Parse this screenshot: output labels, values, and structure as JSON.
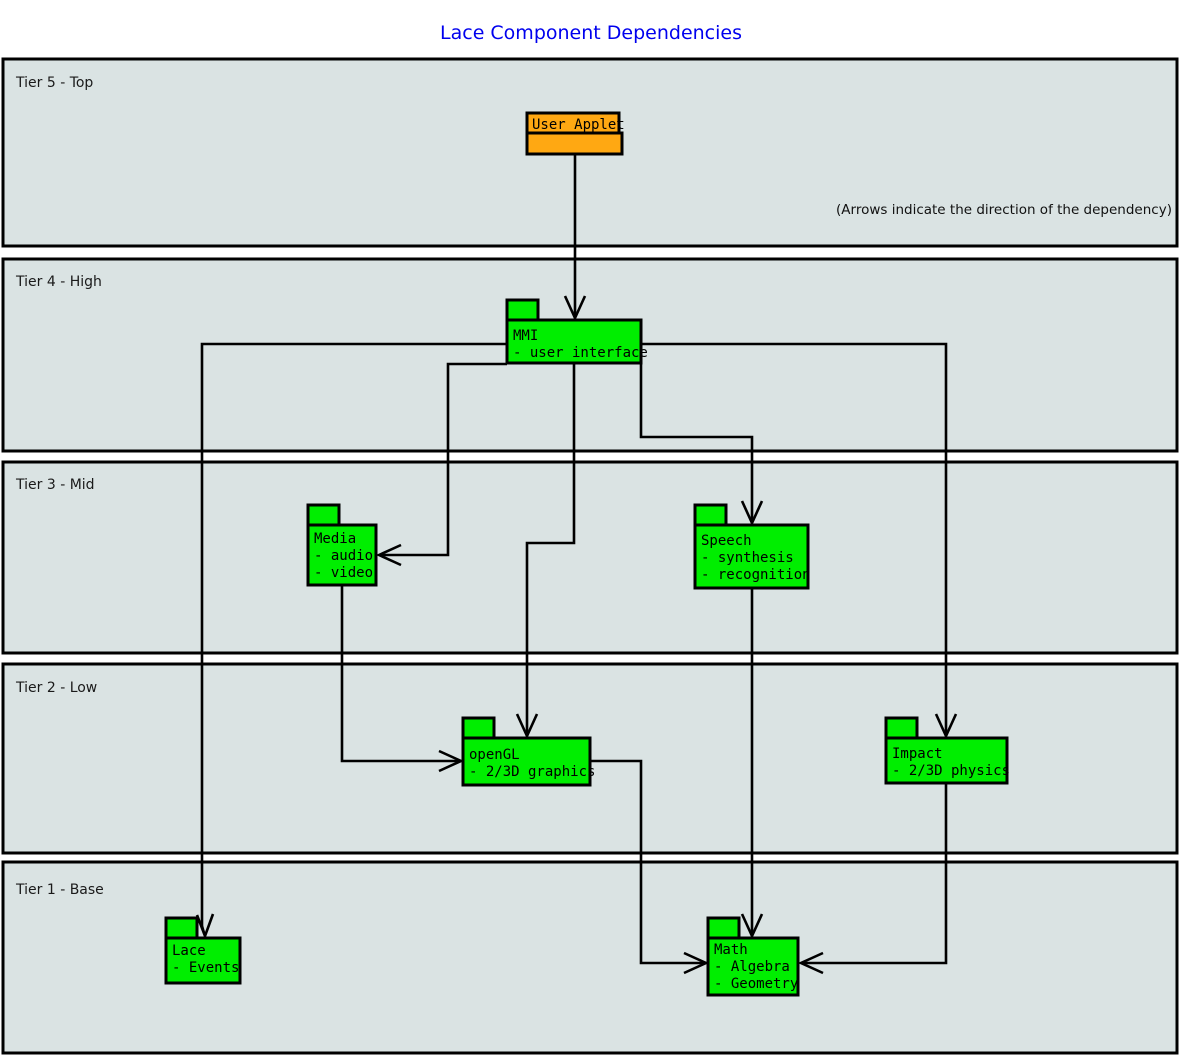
{
  "title": "Lace Component Dependencies",
  "note": "(Arrows indicate the direction of the dependency)",
  "colors": {
    "title": "#0000ee",
    "tier_fill": "#dae3e3",
    "package_green": "#00ee00",
    "package_orange": "#ffa812",
    "stroke": "#000000",
    "text": "#000000"
  },
  "tiers": [
    {
      "id": "tier-5",
      "label": "Tier 5 - Top"
    },
    {
      "id": "tier-4",
      "label": "Tier 4 - High"
    },
    {
      "id": "tier-3",
      "label": "Tier 3 - Mid"
    },
    {
      "id": "tier-2",
      "label": "Tier 2 - Low"
    },
    {
      "id": "tier-1",
      "label": "Tier 1 - Base"
    }
  ],
  "packages": [
    {
      "id": "user-applet",
      "name": "User Applet",
      "items": [],
      "tier": "Tier 5 - Top",
      "color": "#ffa812"
    },
    {
      "id": "mmi",
      "name": "MMI",
      "items": [
        "- user interface"
      ],
      "tier": "Tier 4 - High",
      "color": "#00ee00"
    },
    {
      "id": "media",
      "name": "Media",
      "items": [
        "- audio",
        "- video"
      ],
      "tier": "Tier 3 - Mid",
      "color": "#00ee00"
    },
    {
      "id": "speech",
      "name": "Speech",
      "items": [
        "- synthesis",
        "- recognition"
      ],
      "tier": "Tier 3 - Mid",
      "color": "#00ee00"
    },
    {
      "id": "opengl",
      "name": "openGL",
      "items": [
        "- 2/3D graphics"
      ],
      "tier": "Tier 2 - Low",
      "color": "#00ee00"
    },
    {
      "id": "impact",
      "name": "Impact",
      "items": [
        "- 2/3D physics"
      ],
      "tier": "Tier 2 - Low",
      "color": "#00ee00"
    },
    {
      "id": "lace",
      "name": "Lace",
      "items": [
        "- Events"
      ],
      "tier": "Tier 1 - Base",
      "color": "#00ee00"
    },
    {
      "id": "math",
      "name": "Math",
      "items": [
        "- Algebra",
        "- Geometry"
      ],
      "tier": "Tier 1 - Base",
      "color": "#00ee00"
    }
  ],
  "dependencies": [
    {
      "from": "User Applet",
      "to": "MMI"
    },
    {
      "from": "MMI",
      "to": "Media"
    },
    {
      "from": "MMI",
      "to": "Speech"
    },
    {
      "from": "MMI",
      "to": "openGL"
    },
    {
      "from": "MMI",
      "to": "Impact"
    },
    {
      "from": "MMI",
      "to": "Lace"
    },
    {
      "from": "Media",
      "to": "openGL"
    },
    {
      "from": "Speech",
      "to": "Math"
    },
    {
      "from": "openGL",
      "to": "Math"
    },
    {
      "from": "Impact",
      "to": "Math"
    }
  ]
}
